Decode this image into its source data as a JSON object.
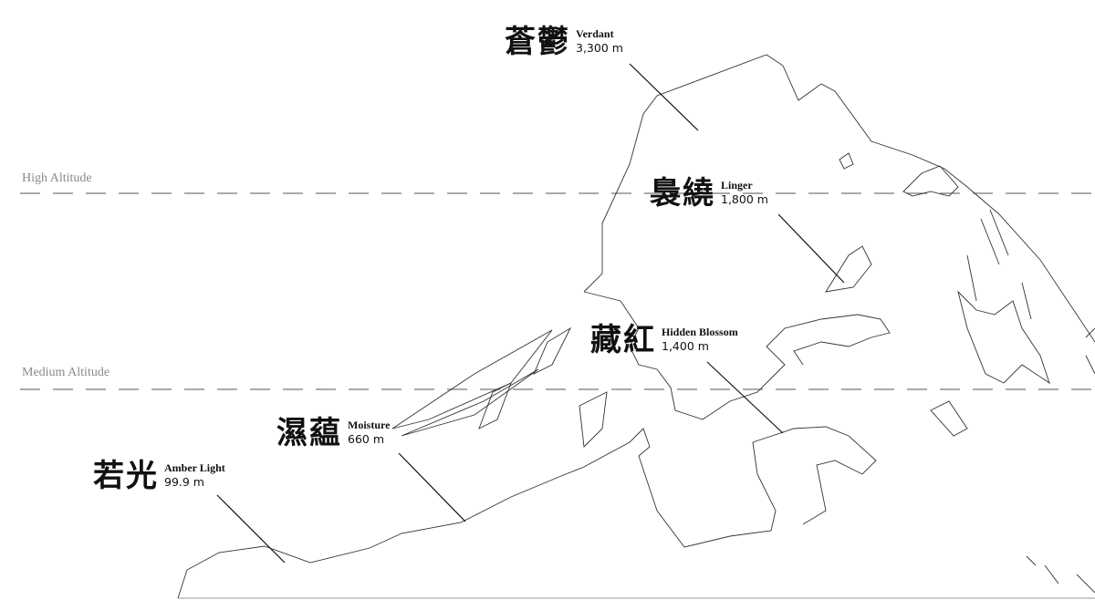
{
  "zones": [
    {
      "label": "High Altitude"
    },
    {
      "label": "Medium Altitude"
    }
  ],
  "places": [
    {
      "name_zh": "蒼鬱",
      "name_en": "Verdant",
      "altitude": "3,300 m"
    },
    {
      "name_zh": "裊繞",
      "name_en": "Linger",
      "altitude": "1,800 m"
    },
    {
      "name_zh": "藏紅",
      "name_en": "Hidden Blossom",
      "altitude": "1,400 m"
    },
    {
      "name_zh": "濕藴",
      "name_en": "Moisture",
      "altitude": "660 m"
    },
    {
      "name_zh": "若光",
      "name_en": "Amber Light",
      "altitude": "99.9 m"
    }
  ],
  "colors": {
    "outline": "#333333",
    "dash": "#777777",
    "zone_text": "#8a8a8a",
    "text": "#111111"
  }
}
